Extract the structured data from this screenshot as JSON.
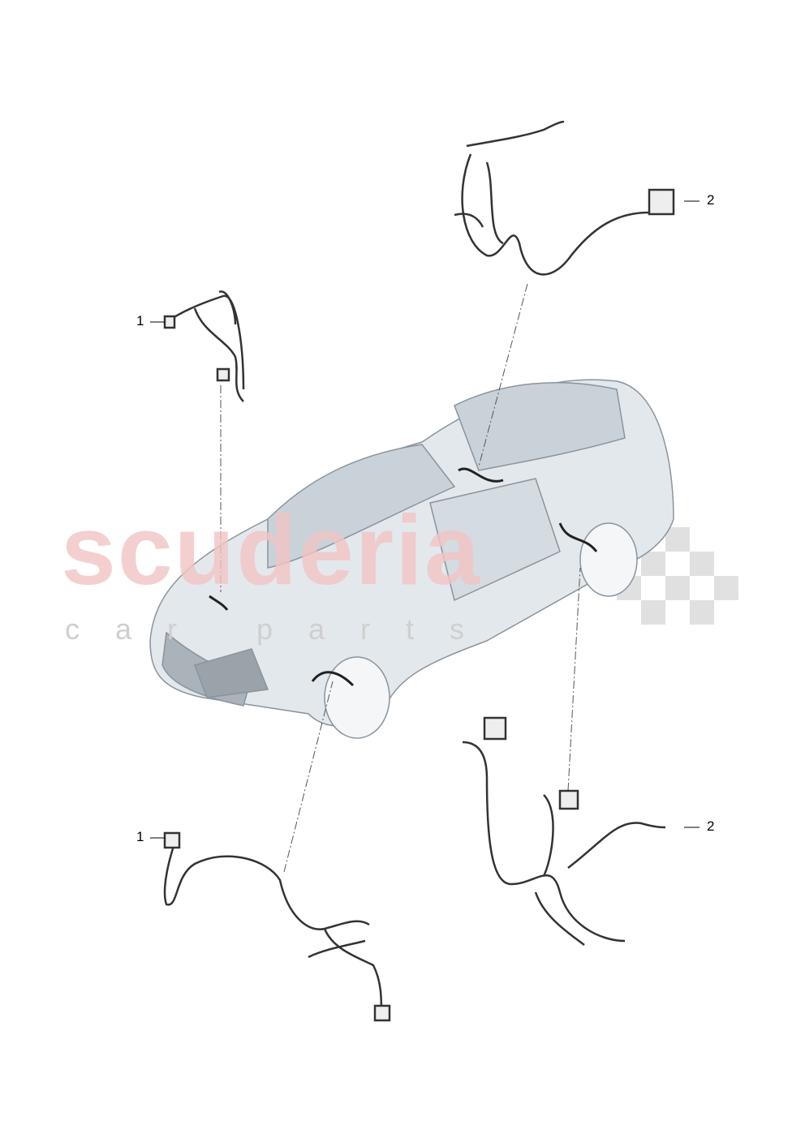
{
  "diagram": {
    "callouts": [
      {
        "label": "1",
        "part": "front-left-harness"
      },
      {
        "label": "2",
        "part": "rear-right-harness"
      },
      {
        "label": "1",
        "part": "front-right-harness"
      },
      {
        "label": "2",
        "part": "rear-left-harness"
      }
    ],
    "watermark": {
      "main": "scuderia",
      "sub": "car parts"
    },
    "colors": {
      "car_body": "#dfe5ea",
      "car_outline": "#8a949c",
      "harness": "#2a2a2a",
      "watermark": "#f2c4c4",
      "flag": "#d8d8d8"
    }
  }
}
